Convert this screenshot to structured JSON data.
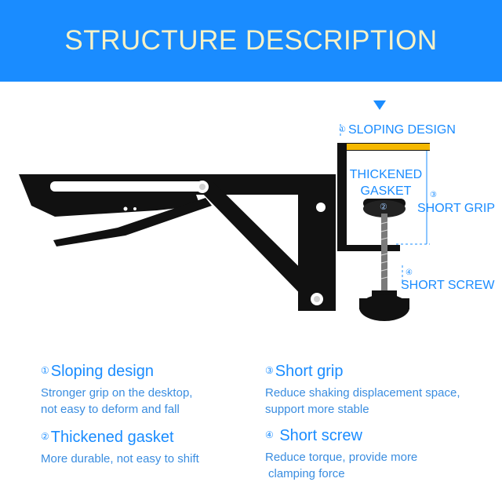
{
  "header": {
    "title": "STRUCTURE DESCRIPTION"
  },
  "callouts": {
    "sloping": {
      "num": "①",
      "label": "SLOPING DESIGN"
    },
    "gasket": {
      "line1": "THICKENED",
      "line2": "GASKET"
    },
    "grip": {
      "num": "③",
      "label": "SHORT GRIP"
    },
    "grip_marker": "②",
    "screw": {
      "num": "④",
      "label": "SHORT SCREW"
    }
  },
  "features": [
    {
      "num": "①",
      "title": "Sloping design",
      "desc1": "Stronger grip on the desktop,",
      "desc2": "not easy to deform and fall"
    },
    {
      "num": "③",
      "title": "Short grip",
      "desc1": "Reduce shaking displacement space,",
      "desc2": "support more stable"
    },
    {
      "num": "②",
      "title": "Thickened gasket",
      "desc1": "More durable, not easy to shift",
      "desc2": ""
    },
    {
      "num": "④",
      "title": "Short screw",
      "desc1": "Reduce torque, provide more",
      "desc2": "clamping force"
    }
  ],
  "colors": {
    "banner": "#1a8cff",
    "title_text": "#f6f2c8",
    "accent": "#1a8cff",
    "metal": "#111111",
    "pad": "#f5b800"
  },
  "icons": [
    "down-arrow-icon",
    "dimension-line-icon"
  ]
}
